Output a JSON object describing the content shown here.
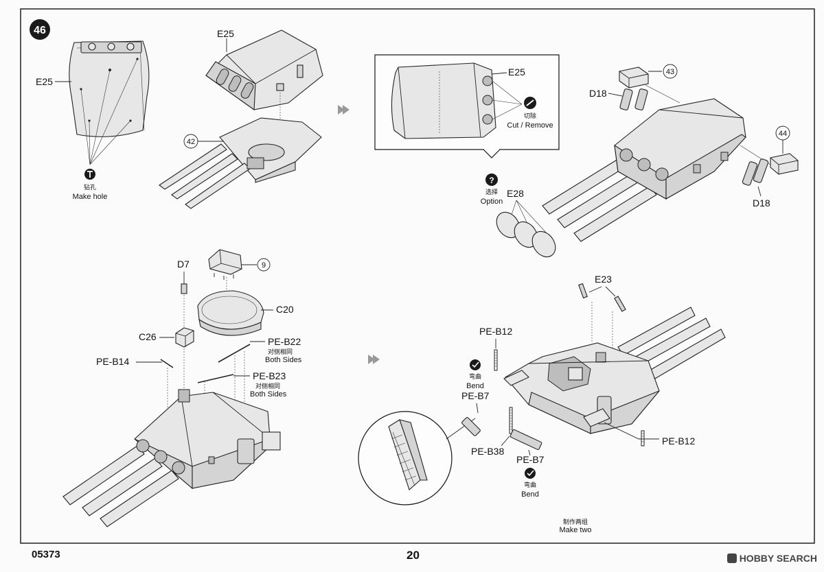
{
  "step_number": "46",
  "footer": {
    "product_code": "05373",
    "page_number": "20",
    "watermark": "HOBBY SEARCH"
  },
  "panel_top_left": {
    "part_e25_a": "E25",
    "part_e25_b": "E25",
    "callout_42": "42",
    "make_hole_cn": "钻孔",
    "make_hole": "Make hole",
    "make_hole_icon": "drill-icon"
  },
  "panel_top_right": {
    "inset_part_e25": "E25",
    "cut_remove_cn": "切除",
    "cut_remove": "Cut / Remove",
    "cut_icon": "cut-icon",
    "option_cn": "选择",
    "option": "Option",
    "option_icon": "question-icon",
    "part_e28": "E28",
    "part_d18_a": "D18",
    "part_d18_b": "D18",
    "callout_43": "43",
    "callout_44": "44"
  },
  "panel_bottom_left": {
    "part_d7": "D7",
    "callout_9": "9",
    "part_c20": "C20",
    "part_c26": "C26",
    "pe_b22": "PE-B22",
    "pe_b22_note_cn": "对侧相同",
    "pe_b22_note": "Both Sides",
    "pe_b14": "PE-B14",
    "pe_b23": "PE-B23",
    "pe_b23_note_cn": "对侧相同",
    "pe_b23_note": "Both Sides"
  },
  "panel_bottom_right": {
    "part_e23": "E23",
    "pe_b12_a": "PE-B12",
    "pe_b12_b": "PE-B12",
    "bend_a_cn": "弯曲",
    "bend_a": "Bend",
    "pe_b7_a": "PE-B7",
    "pe_b38": "PE-B38",
    "pe_b7_b": "PE-B7",
    "bend_b_cn": "弯曲",
    "bend_b": "Bend",
    "make_two_cn": "制作两组",
    "make_two": "Make two",
    "bend_icon": "bend-icon"
  }
}
